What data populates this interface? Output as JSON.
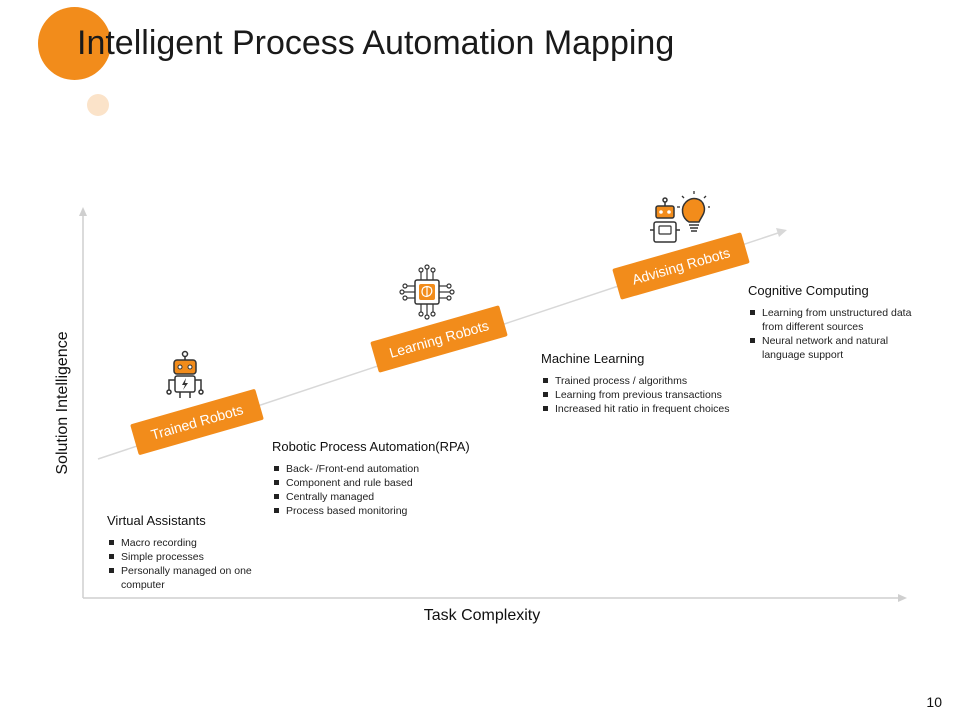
{
  "title": "Intelligent Process Automation Mapping",
  "axes": {
    "y_label": "Solution Intelligence",
    "x_label": "Task Complexity"
  },
  "stages": [
    {
      "tag": "Trained Robots",
      "icon": "robot-icon"
    },
    {
      "tag": "Learning Robots",
      "icon": "chip-brain-icon"
    },
    {
      "tag": "Advising Robots",
      "icon": "robot-lightbulb-icon"
    }
  ],
  "blocks": [
    {
      "heading": "Virtual Assistants",
      "items": [
        "Macro recording",
        "Simple processes",
        "Personally managed on one computer"
      ]
    },
    {
      "heading": "Robotic Process Automation(RPA)",
      "items": [
        "Back- /Front-end automation",
        "Component and rule based",
        "Centrally managed",
        "Process based monitoring"
      ]
    },
    {
      "heading": "Machine Learning",
      "items": [
        "Trained process / algorithms",
        "Learning from previous transactions",
        "Increased hit ratio in frequent choices"
      ]
    },
    {
      "heading": "Cognitive Computing",
      "items": [
        "Learning from unstructured data from different sources",
        "Neural network and natural language support"
      ]
    }
  ],
  "page_number": "10",
  "colors": {
    "accent": "#f28c1b",
    "accent_light": "#fbe3c9",
    "axis": "#cccccc"
  }
}
